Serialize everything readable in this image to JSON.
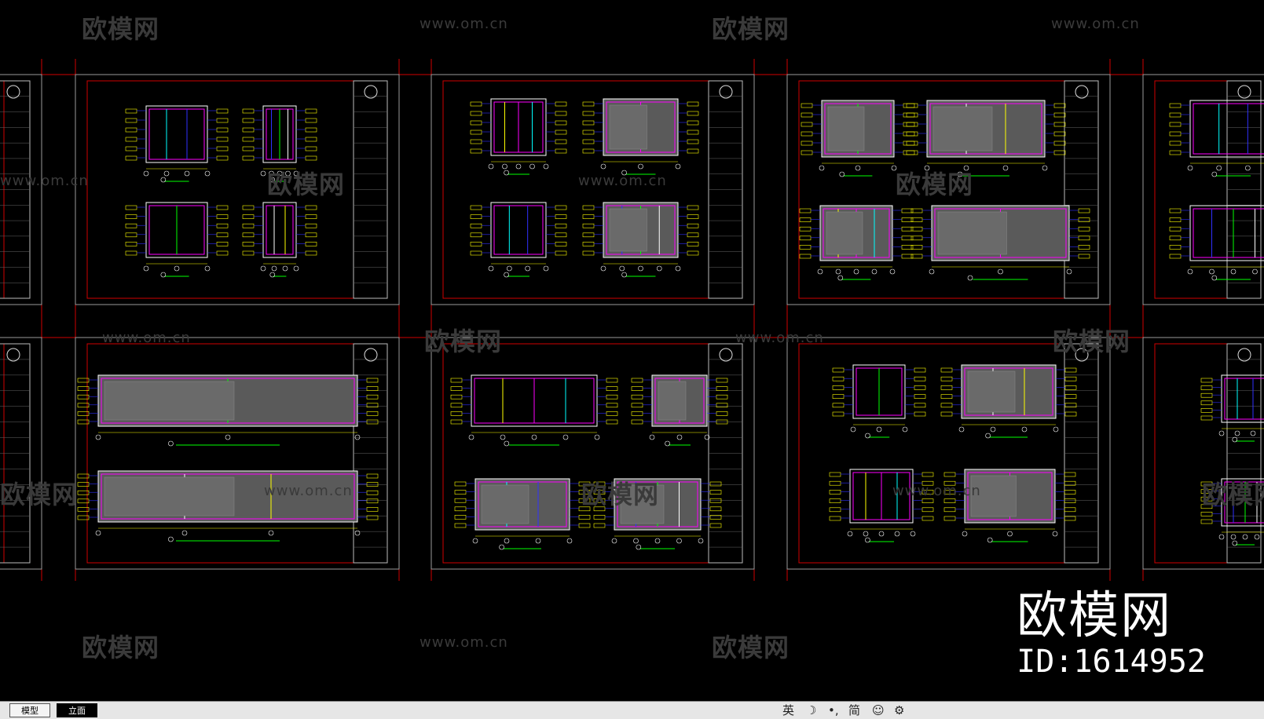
{
  "watermark": {
    "logo_text": "欧模网",
    "url_text": "www.om.cn"
  },
  "brand": {
    "name": "欧模网",
    "id": "ID:1614952"
  },
  "tabs": [
    {
      "label": "模型",
      "active": false
    },
    {
      "label": "立面",
      "active": true
    }
  ],
  "statusbar": {
    "ime_zh": "英",
    "moon": "☽",
    "dots": "•,",
    "simplified": "简",
    "smile": "☺",
    "gear": "⚙"
  },
  "colors": {
    "background": "#000000",
    "frame_red": "#d00000",
    "sheet_border": "#9a9a9a",
    "cad_yellow": "#ffff00",
    "cad_magenta": "#ff00ff",
    "cad_cyan": "#00ffff",
    "cad_blue": "#3030ff",
    "cad_green": "#00ff00",
    "cad_white": "#ffffff"
  }
}
